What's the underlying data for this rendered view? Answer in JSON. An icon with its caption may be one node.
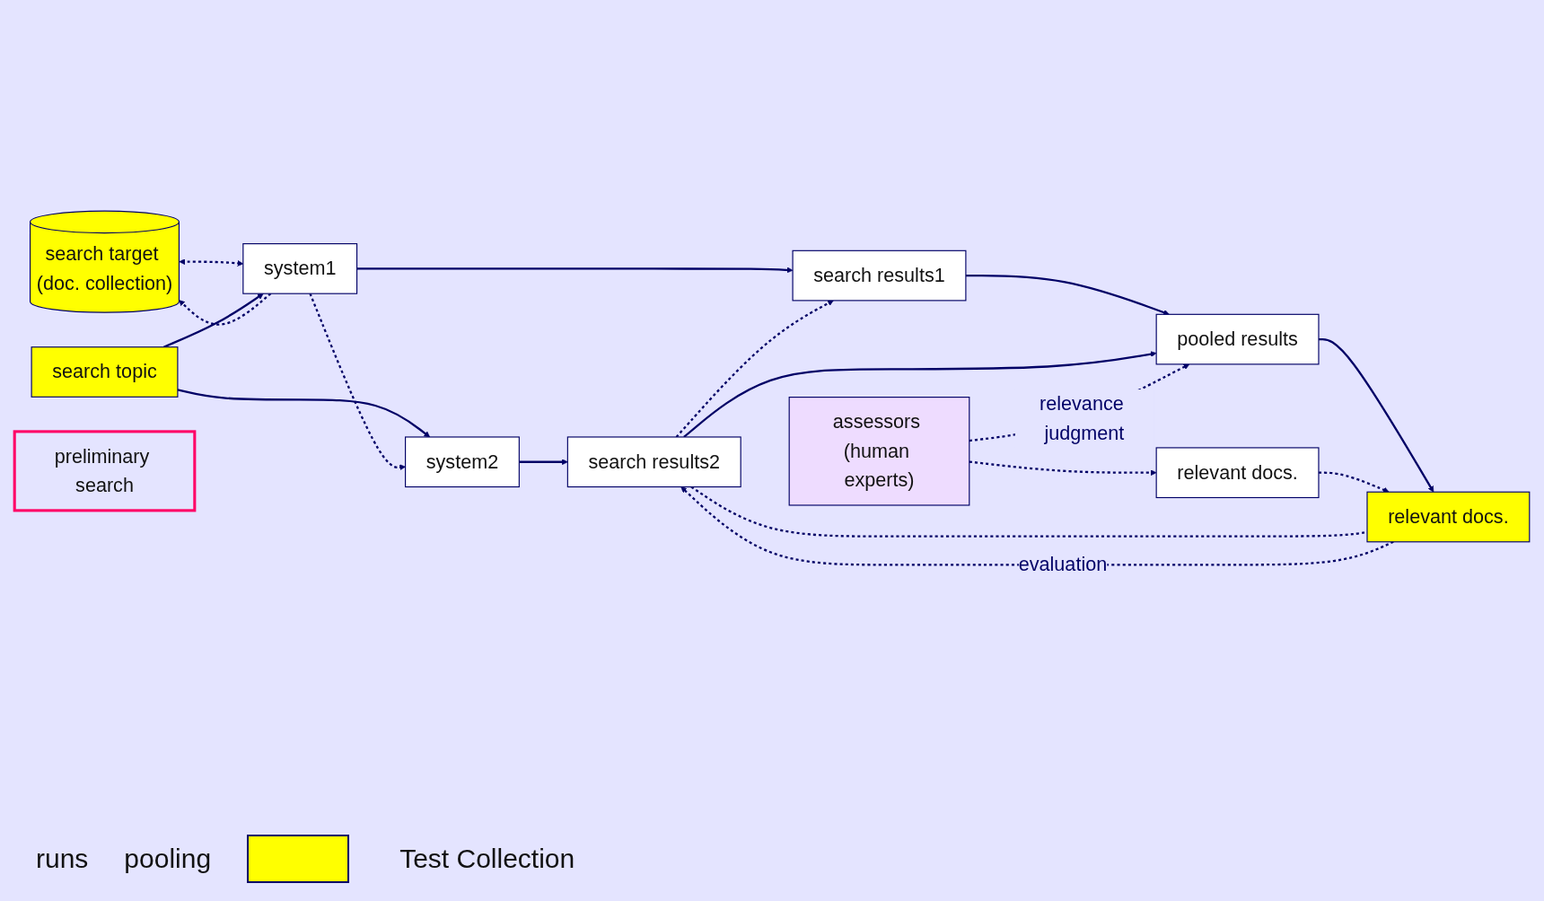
{
  "diagram": {
    "nodes": [
      {
        "text": [
          "search target (doc. collection)"
        ]
      },
      {
        "text": [
          "search topic"
        ]
      },
      {
        "text": [
          "system1"
        ]
      },
      {
        "text": [
          "system2"
        ]
      },
      {
        "text": [
          "search results1"
        ]
      },
      {
        "text": [
          "search results2"
        ]
      },
      {
        "text": [
          "pooled results"
        ]
      },
      {
        "text": [
          "assessors (human experts)"
        ]
      },
      {
        "text": [
          "preliminary search"
        ]
      },
      {
        "text": [
          "relevant docs."
        ]
      },
      {
        "text": [
          "relevant docs."
        ]
      }
    ],
    "edges": [
      {
        "from": 0,
        "to": 2,
        "arrow": "both",
        "style": "dashed"
      },
      {
        "from": 2,
        "to": 0,
        "arrow": "to",
        "style": "dashed"
      },
      {
        "from": 1,
        "to": 2,
        "arrow": "to"
      },
      {
        "from": 1,
        "to": 3,
        "arrow": "to"
      },
      {
        "from": 2,
        "to": 3,
        "arrow": "to",
        "style": "dashed"
      },
      {
        "from": 2,
        "to": 4,
        "arrow": "to"
      },
      {
        "from": 3,
        "to": 5,
        "arrow": "to"
      },
      {
        "from": 5,
        "to": 4,
        "arrow": "to",
        "style": "dashed"
      },
      {
        "from": 4,
        "to": 6,
        "arrow": "to"
      },
      {
        "from": 5,
        "to": 6,
        "arrow": "to"
      },
      {
        "from": 7,
        "to": 9,
        "arrow": "to",
        "style": "dashed"
      },
      {
        "from": 7,
        "to": 6,
        "arrow": "to",
        "style": "dashed",
        "label": "relevance judgment"
      },
      {
        "from": 6,
        "to": 10,
        "arrow": "to"
      },
      {
        "from": 9,
        "to": 10,
        "arrow": "to",
        "style": "dashed"
      },
      {
        "from": 5,
        "to": 10,
        "arrow": "none",
        "style": "dashed"
      },
      {
        "from": 10,
        "to": 5,
        "arrow": "to",
        "style": "dashed",
        "label": "evaluation"
      }
    ],
    "labels": [
      "runs",
      "pooling"
    ],
    "legend": [
      {
        "text": "Test Collection",
        "color": "#ffff00"
      }
    ]
  }
}
